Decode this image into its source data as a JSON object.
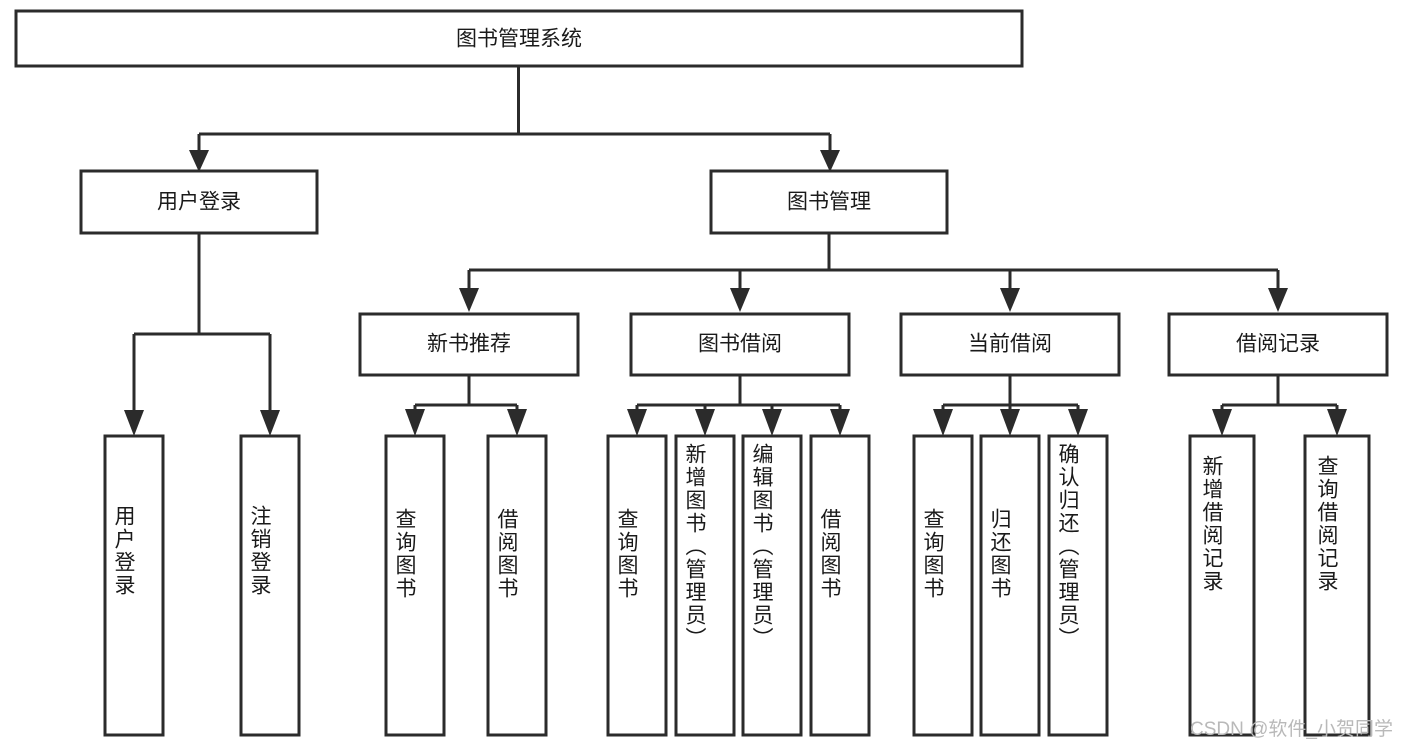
{
  "diagram": {
    "type": "tree",
    "title": "图书管理系统",
    "orientation": "top-down",
    "colors": {
      "box_stroke": "#2b2b2b",
      "box_fill": "#ffffff",
      "connector": "#2b2b2b",
      "text": "#1a1a1a",
      "watermark": "#b9b9b9",
      "background": "#ffffff"
    },
    "levels": {
      "root": [
        "图书管理系统"
      ],
      "level2": [
        "用户登录",
        "图书管理"
      ],
      "level3": [
        "新书推荐",
        "图书借阅",
        "当前借阅",
        "借阅记录"
      ],
      "leaves": [
        "用户登录",
        "注销登录",
        "查询图书",
        "借阅图书",
        "查询图书",
        "新增图书（管理员）",
        "编辑图书（管理员）",
        "借阅图书",
        "查询图书",
        "归还图书",
        "确认归还（管理员）",
        "新增借阅记录",
        "查询借阅记录"
      ]
    },
    "nodes": {
      "root": {
        "label": "图书管理系统"
      },
      "user_login": {
        "label": "用户登录"
      },
      "book_manage": {
        "label": "图书管理"
      },
      "new_book_rec": {
        "label": "新书推荐"
      },
      "book_borrow": {
        "label": "图书借阅"
      },
      "current_borrow": {
        "label": "当前借阅"
      },
      "borrow_record": {
        "label": "借阅记录"
      },
      "leaf_user_login": {
        "label": "用户登录"
      },
      "leaf_user_logout": {
        "label": "注销登录"
      },
      "leaf_query_book_1": {
        "label": "查询图书"
      },
      "leaf_borrow_book_1": {
        "label": "借阅图书"
      },
      "leaf_query_book_2": {
        "label": "查询图书"
      },
      "leaf_add_book": {
        "label": "新增图书（管理员）"
      },
      "leaf_edit_book": {
        "label": "编辑图书（管理员）"
      },
      "leaf_borrow_book_2": {
        "label": "借阅图书"
      },
      "leaf_query_book_3": {
        "label": "查询图书"
      },
      "leaf_return_book": {
        "label": "归还图书"
      },
      "leaf_confirm_return": {
        "label": "确认归还（管理员）"
      },
      "leaf_add_record": {
        "label": "新增借阅记录"
      },
      "leaf_query_record": {
        "label": "查询借阅记录"
      }
    },
    "edges": [
      {
        "from": "root",
        "to": "user_login"
      },
      {
        "from": "root",
        "to": "book_manage"
      },
      {
        "from": "user_login",
        "to": "leaf_user_login"
      },
      {
        "from": "user_login",
        "to": "leaf_user_logout"
      },
      {
        "from": "book_manage",
        "to": "new_book_rec"
      },
      {
        "from": "book_manage",
        "to": "book_borrow"
      },
      {
        "from": "book_manage",
        "to": "current_borrow"
      },
      {
        "from": "book_manage",
        "to": "borrow_record"
      },
      {
        "from": "new_book_rec",
        "to": "leaf_query_book_1"
      },
      {
        "from": "new_book_rec",
        "to": "leaf_borrow_book_1"
      },
      {
        "from": "book_borrow",
        "to": "leaf_query_book_2"
      },
      {
        "from": "book_borrow",
        "to": "leaf_add_book"
      },
      {
        "from": "book_borrow",
        "to": "leaf_edit_book"
      },
      {
        "from": "book_borrow",
        "to": "leaf_borrow_book_2"
      },
      {
        "from": "current_borrow",
        "to": "leaf_query_book_3"
      },
      {
        "from": "current_borrow",
        "to": "leaf_return_book"
      },
      {
        "from": "current_borrow",
        "to": "leaf_confirm_return"
      },
      {
        "from": "borrow_record",
        "to": "leaf_add_record"
      },
      {
        "from": "borrow_record",
        "to": "leaf_query_record"
      }
    ]
  },
  "watermark": {
    "text": "CSDN @软件_小贺同学"
  }
}
